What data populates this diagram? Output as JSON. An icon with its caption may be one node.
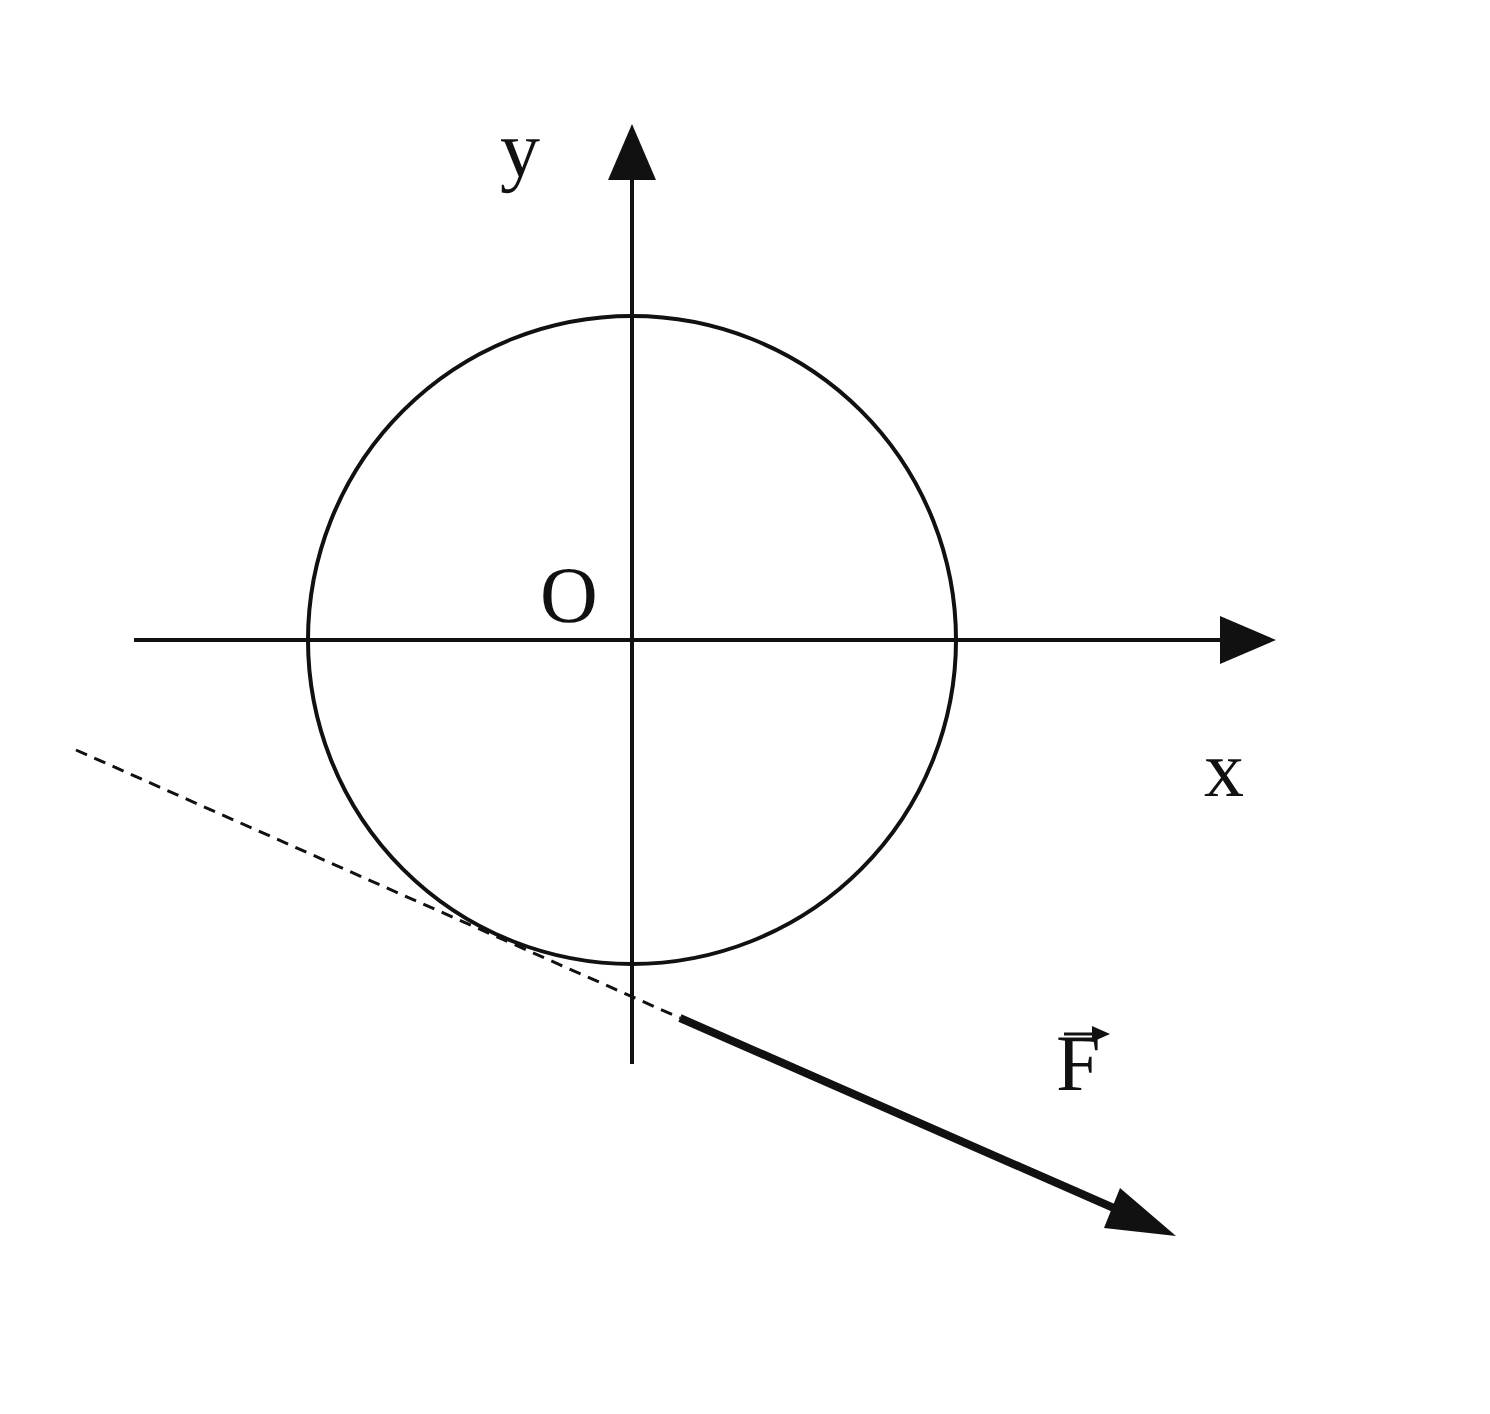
{
  "diagram": {
    "labels": [
      "y",
      "O",
      "x",
      "F"
    ]
  }
}
